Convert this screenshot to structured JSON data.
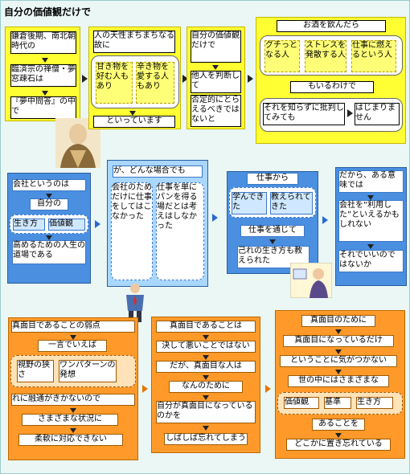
{
  "title": "自分の価値観だけで",
  "row1": {
    "box1": {
      "p1": "鎌倉後期、南北朝時代の",
      "p2": "臨済宗の禅僧・夢窓疎石は",
      "p3": "『夢中問答』の中で"
    },
    "box2": {
      "p1": "人の天性まちまちなる故に",
      "a": "甘き物を好む人もあり",
      "b": "辛き物を愛する人もあり",
      "p2": "といっています"
    },
    "box3": {
      "p1": "自分の価値観だけで",
      "p2": "他人を判断して",
      "p3": "否定的にとらえるべきではないと"
    },
    "box4": {
      "p1": "お酒を飲んだら",
      "a": "グチっとなる人",
      "b": "ストレスを発散する人",
      "c": "仕事に燃えるという人",
      "p2": "もいるわけで",
      "p3": "それを知らずに批判してみても",
      "p4": "はじまりません"
    }
  },
  "row2": {
    "box5": {
      "p1": "会社というのは",
      "p2": "自分の",
      "t1": "生き方",
      "t2": "価値観",
      "p3": "高めるための人生の道場である"
    },
    "box6": {
      "p1": "が、どんな場合でも",
      "a": "会社のためだけに仕事をしてはこなかった",
      "b": "仕事を単にパンを得る場だとは考えはしなかった"
    },
    "box7": {
      "p1": "仕事から",
      "a": "学んできた",
      "b": "教えられてきた",
      "p2": "仕事を通じて",
      "p3": "己れの生き方も教えられた"
    },
    "box8": {
      "p1": "だから、ある意味では",
      "p2": "会社を“利用した”といえるかもしれない",
      "p3": "それでいいのではないか"
    }
  },
  "row3": {
    "box9": {
      "p1": "真面目であることの弱点",
      "p2": "一言でいえば",
      "a": "視野の狭さ",
      "b": "ワンパターンの発想",
      "p3": "れに融通がきかないので",
      "p4": "さまざまな状況に",
      "p5": "柔軟に対応できない"
    },
    "box10": {
      "p1": "真面目であることは",
      "p2": "決して悪いことではない",
      "p3": "だが、真面目な人は",
      "p4": "なんのために",
      "p5": "自分が真面目になっているのかを",
      "p6": "しばしば忘れてしまう"
    },
    "box11": {
      "p1": "真面目のために",
      "p2": "真面目になっているだけ",
      "p3": "ということに気がつかない",
      "p4": "世の中にはさまざまな",
      "t1": "価値観",
      "t2": "基準",
      "t3": "生き方",
      "p5": "あることを",
      "p6": "どこかに置き忘れている"
    }
  }
}
